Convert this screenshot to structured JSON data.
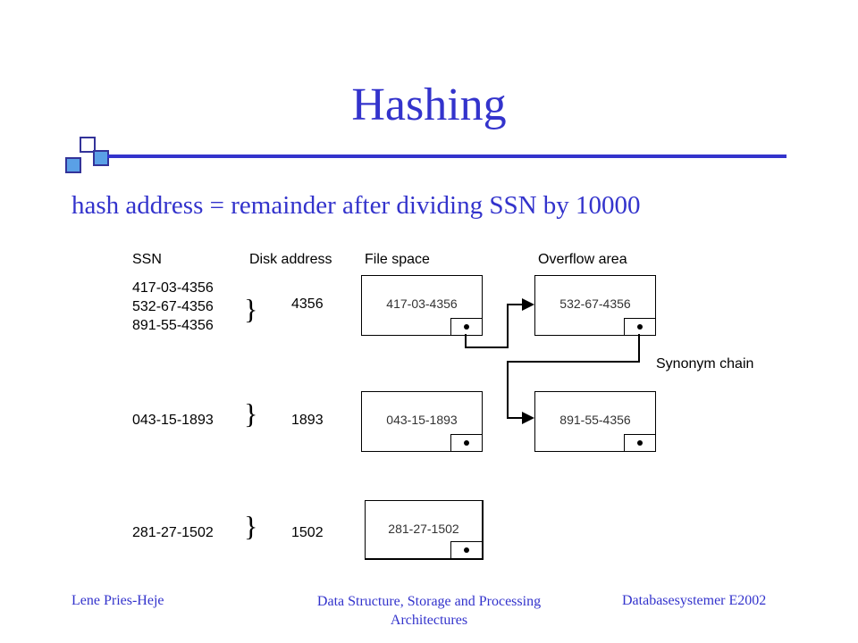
{
  "slide": {
    "title": "Hashing",
    "subtitle": "hash address = remainder after dividing SSN by 10000"
  },
  "headers": {
    "ssn": "SSN",
    "disk_address": "Disk address",
    "file_space": "File space",
    "overflow_area": "Overflow area"
  },
  "groups": [
    {
      "ssns": [
        "417-03-4356",
        "532-67-4356",
        "891-55-4356"
      ],
      "address": "4356"
    },
    {
      "ssns": [
        "043-15-1893"
      ],
      "address": "1893"
    },
    {
      "ssns": [
        "281-27-1502"
      ],
      "address": "1502"
    }
  ],
  "file_space": [
    "417-03-4356",
    "043-15-1893",
    "281-27-1502"
  ],
  "overflow_area": [
    "532-67-4356",
    "891-55-4356"
  ],
  "synonym_chain_label": "Synonym chain",
  "footer": {
    "left": "Lene Pries-Heje",
    "center": "Data Structure, Storage and Processing Architectures",
    "right": "Databasesystemer E2002"
  },
  "colors": {
    "accent": "#3333cc"
  }
}
